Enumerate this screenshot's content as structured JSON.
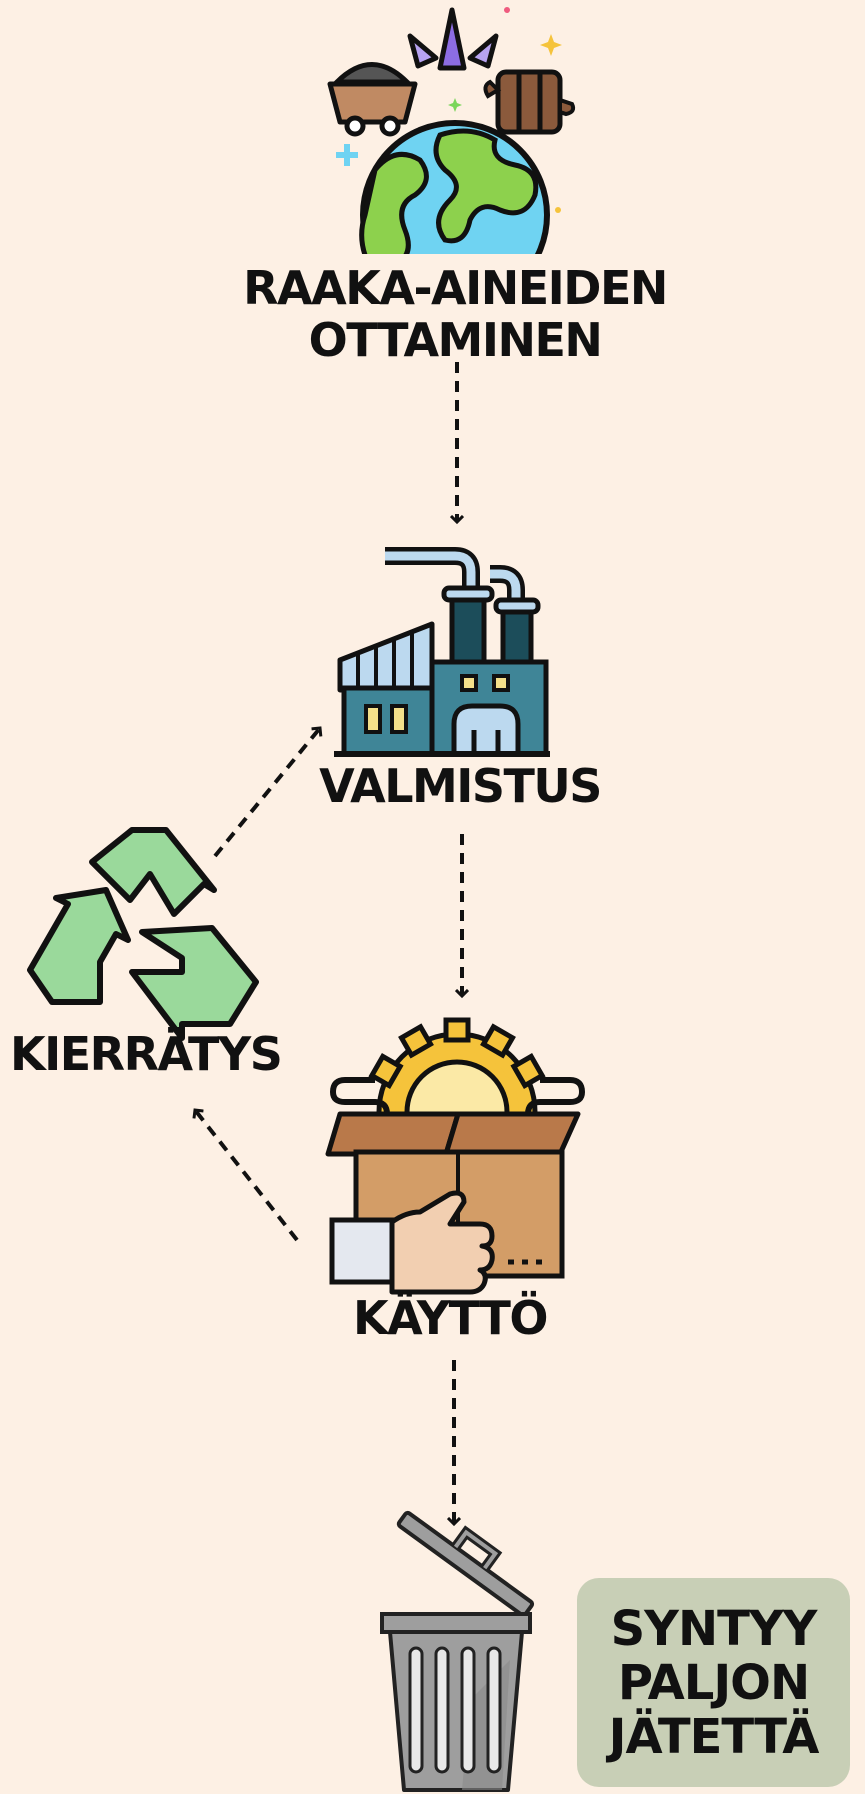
{
  "stages": {
    "raw_materials": "RAAKA-AINEIDEN\nOTTAMINEN",
    "manufacturing": "VALMISTUS",
    "recycling": "KIERRÄTYS",
    "use": "KÄYTTÖ"
  },
  "note": "SYNTYY\nPALJON\nJÄTETTÄ",
  "icons": {
    "raw_materials": "earth-resources-icon",
    "manufacturing": "factory-icon",
    "recycling": "recycle-icon",
    "use": "product-box-icon",
    "waste": "trash-can-icon"
  },
  "colors": {
    "background": "#fdf0e4",
    "note_background": "#c8cfb6",
    "recycle_green": "#9ad99b",
    "factory_teal": "#3f8597",
    "earth_blue": "#6fd3f2",
    "earth_green": "#8dd14d",
    "box_brown": "#d39d67",
    "gear_yellow": "#f5c33b",
    "trash_gray": "#9e9e9e"
  }
}
